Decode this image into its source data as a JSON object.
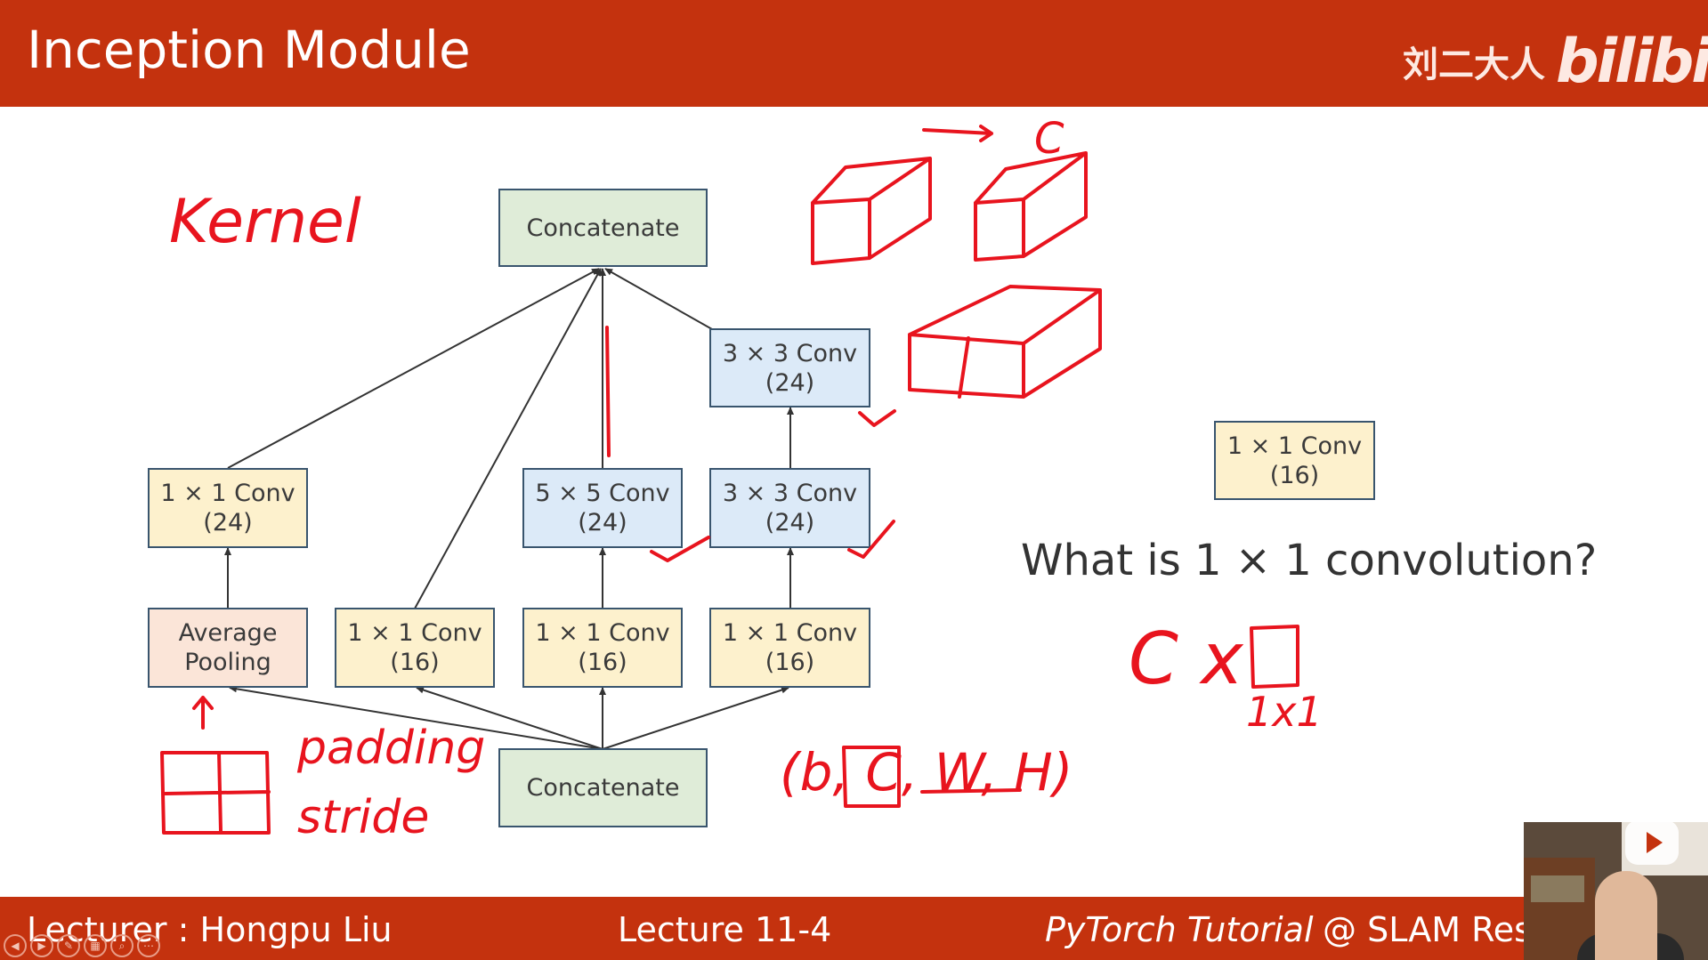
{
  "header": {
    "title": "Inception Module",
    "author": "刘二大人",
    "brand": "bilibili"
  },
  "diagram": {
    "concat_top": "Concatenate",
    "concat_bottom": "Concatenate",
    "conv3_top": [
      "3 × 3 Conv",
      "(24)"
    ],
    "conv1_24": [
      "1 × 1 Conv",
      "(24)"
    ],
    "conv5": [
      "5 × 5 Conv",
      "(24)"
    ],
    "conv3_mid": [
      "3 × 3 Conv",
      "(24)"
    ],
    "avg_pool": [
      "Average",
      "Pooling"
    ],
    "conv1_16_a": [
      "1 × 1 Conv",
      "(16)"
    ],
    "conv1_16_b": [
      "1 × 1 Conv",
      "(16)"
    ],
    "conv1_16_c": [
      "1 × 1 Conv",
      "(16)"
    ],
    "conv1_right": [
      "1 × 1 Conv",
      "(16)"
    ]
  },
  "question": "What is 1 × 1 convolution?",
  "annotations": {
    "kernel": "Kernel",
    "padding": "padding",
    "stride": "stride",
    "c_label": "C",
    "cx": "C x",
    "one_by_one": "1x1",
    "tensor": "(b, C, W, H)"
  },
  "footer": {
    "lecturer": "Lecturer : Hongpu Liu",
    "lecture": "Lecture 11-4",
    "course": "PyTorch Tutorial",
    "org": "@ SLAM Resea"
  },
  "colors": {
    "banner": "#c4320e",
    "ink": "#e8141e",
    "arrow": "#333333"
  }
}
